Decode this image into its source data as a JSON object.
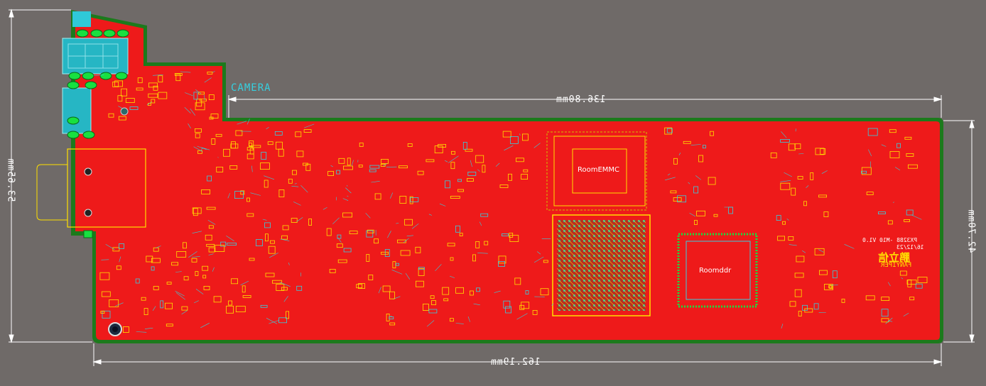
{
  "dimensions": {
    "top_width": "136.80mm",
    "bottom_width": "162.19mm",
    "left_height": "53.65mm",
    "right_height": "42.70mm"
  },
  "labels": {
    "camera": "CAMERA",
    "room_emmc": "RoomEMMC",
    "room_ddr": "Roomddr",
    "silk_line1": "PX3288 -M10 V1.0",
    "silk_line2": "16/12/23",
    "logo_text": "FANYIPER",
    "logo_brand": "鹏立信"
  },
  "colors": {
    "background": "#6f6a68",
    "board_copper": "#ee1a1a",
    "board_outline": "#1c7a1c",
    "silkscreen_yellow": "#ffe000",
    "trace_cyan": "#35d0e0",
    "dimension_white": "#ffffff",
    "pad_green": "#18e040"
  }
}
